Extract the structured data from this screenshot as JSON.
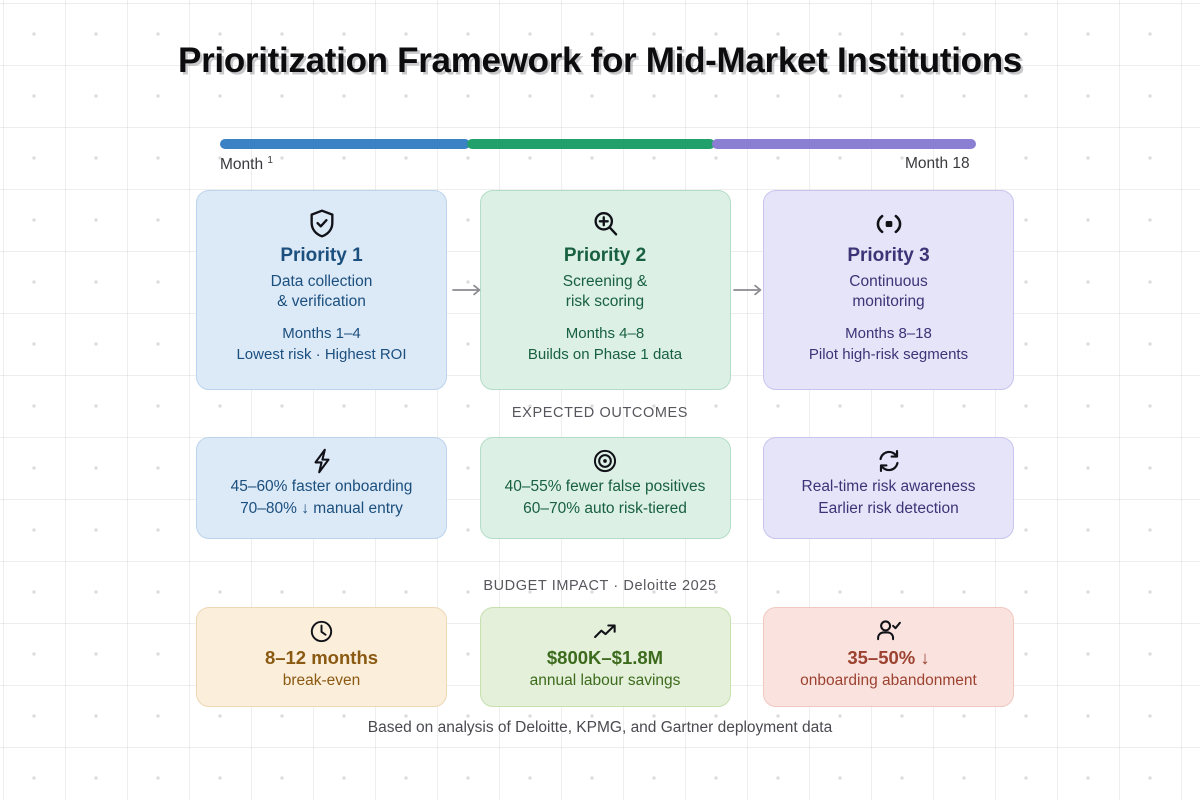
{
  "page": {
    "title": "Prioritization Framework for Mid-Market Institutions",
    "footer_note": "Based on analysis of Deloitte, KPMG, and Gartner deployment data"
  },
  "timeline": {
    "start_label": "Month ",
    "start_superscript": "1",
    "end_label": "Month 18",
    "segments": [
      {
        "name": "phase-1",
        "color": "#3b82c4"
      },
      {
        "name": "phase-2",
        "color": "#22a06b"
      },
      {
        "name": "phase-3",
        "color": "#8b7fd4"
      }
    ]
  },
  "priorities": [
    {
      "icon": "shield-check-icon",
      "title": "Priority 1",
      "sub_line_1": "Data collection",
      "sub_line_2": "& verification",
      "meta_line_1": "Months 1–4",
      "meta_line_2": "Lowest risk · Highest ROI",
      "theme": "blue"
    },
    {
      "icon": "zoom-in-icon",
      "title": "Priority 2",
      "sub_line_1": "Screening &",
      "sub_line_2": "risk scoring",
      "meta_line_1": "Months 4–8",
      "meta_line_2": "Builds on Phase 1 data",
      "theme": "green"
    },
    {
      "icon": "radar-signal-icon",
      "title": "Priority 3",
      "sub_line_1": "Continuous",
      "sub_line_2": "monitoring",
      "meta_line_1": "Months 8–18",
      "meta_line_2": "Pilot high-risk segments",
      "theme": "purple"
    }
  ],
  "outcomes_section": {
    "label": "EXPECTED OUTCOMES",
    "cards": [
      {
        "icon": "lightning-bolt-icon",
        "line_1": "45–60% faster onboarding",
        "line_2": "70–80% ↓ manual entry",
        "theme": "blue"
      },
      {
        "icon": "target-icon",
        "line_1": "40–55% fewer false positives",
        "line_2": "60–70% auto risk-tiered",
        "theme": "green"
      },
      {
        "icon": "refresh-cycle-icon",
        "line_1": "Real-time risk awareness",
        "line_2": "Earlier risk detection",
        "theme": "purple"
      }
    ]
  },
  "budget_section": {
    "label": "BUDGET IMPACT · Deloitte 2025",
    "cards": [
      {
        "icon": "clock-icon",
        "headline": "8–12 months",
        "sub": "break-even",
        "theme": "amber"
      },
      {
        "icon": "trending-up-icon",
        "headline": "$800K–$1.8M",
        "sub": "annual labour savings",
        "theme": "olive"
      },
      {
        "icon": "user-check-icon",
        "headline": "35–50% ↓",
        "sub": "onboarding abandonment",
        "theme": "rose"
      }
    ]
  },
  "connectors": [
    {
      "name": "arrow-priority-1-to-2"
    },
    {
      "name": "arrow-priority-2-to-3"
    }
  ],
  "colors": {
    "title_text": "#0c0c0f",
    "blue_fill": "#dce9f7",
    "green_fill": "#dcf0e6",
    "purple_fill": "#e6e4f8",
    "amber_fill": "#fbeedb",
    "olive_fill": "#e4f0d9",
    "rose_fill": "#fae3df",
    "blue_text": "#1b4f7e",
    "green_text": "#18603f",
    "purple_text": "#3b3477",
    "amber_text": "#8a5a12",
    "olive_text": "#3d6b1e",
    "rose_text": "#9c4230",
    "connector_arrow": "#8a8a90",
    "section_label": "#56565c"
  }
}
